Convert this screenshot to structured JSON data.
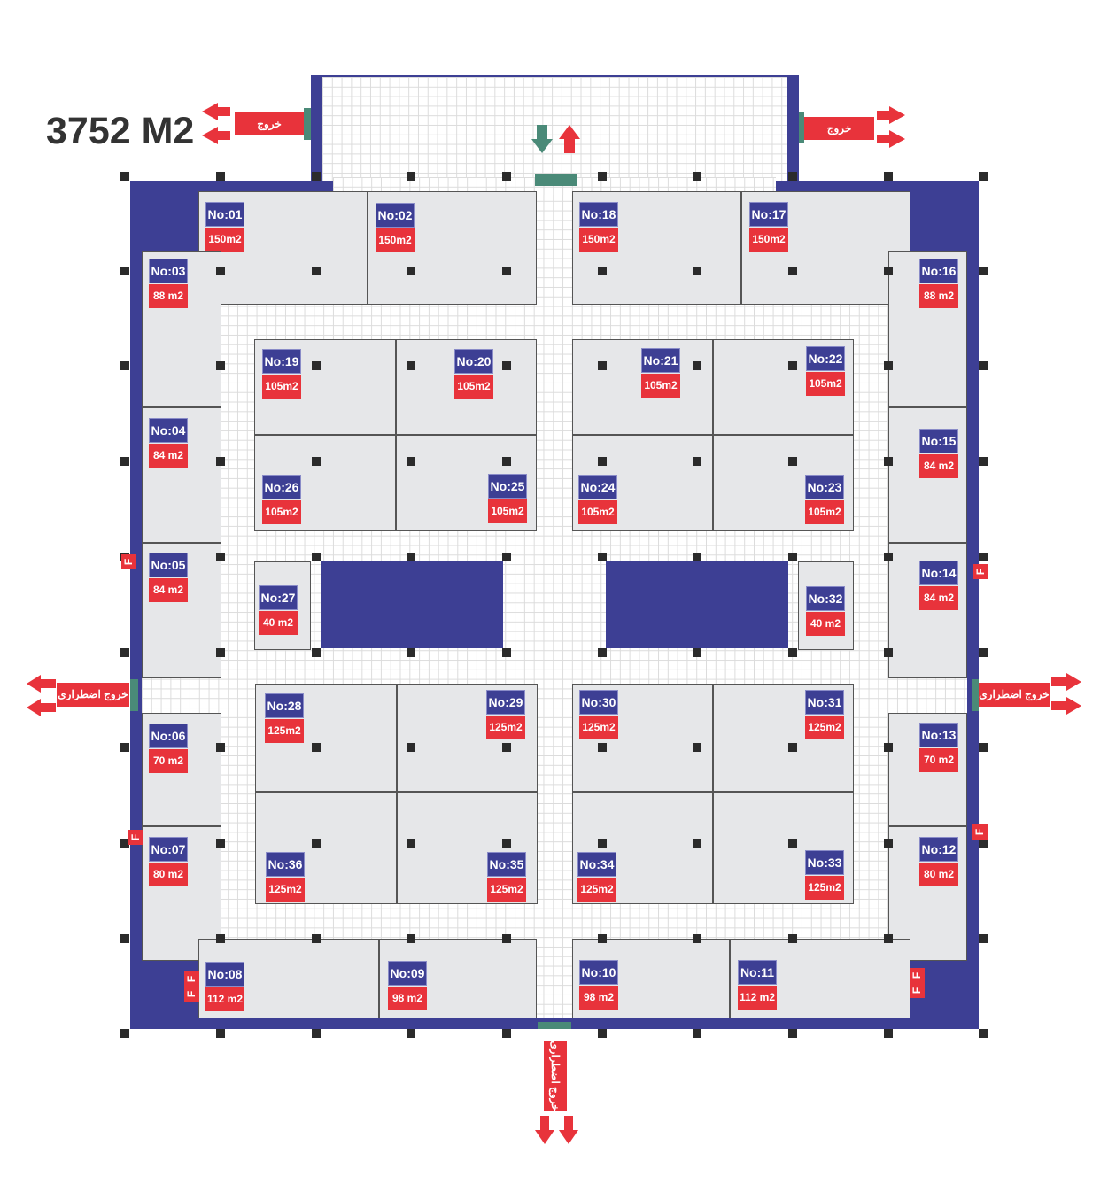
{
  "title": "3752 M2",
  "exit_label": "خروج اضطراری",
  "fire_label": "F",
  "colors": {
    "wall": "#3d3f94",
    "label_red": "#e8333b",
    "door": "#4a8a78",
    "booth": "#e6e7e9"
  },
  "booths": [
    {
      "no": "No:01",
      "area": "150m2"
    },
    {
      "no": "No:02",
      "area": "150m2"
    },
    {
      "no": "No:18",
      "area": "150m2"
    },
    {
      "no": "No:17",
      "area": "150m2"
    },
    {
      "no": "No:03",
      "area": "88 m2"
    },
    {
      "no": "No:16",
      "area": "88 m2"
    },
    {
      "no": "No:04",
      "area": "84 m2"
    },
    {
      "no": "No:15",
      "area": "84 m2"
    },
    {
      "no": "No:05",
      "area": "84 m2"
    },
    {
      "no": "No:14",
      "area": "84 m2"
    },
    {
      "no": "No:06",
      "area": "70 m2"
    },
    {
      "no": "No:13",
      "area": "70 m2"
    },
    {
      "no": "No:07",
      "area": "80 m2"
    },
    {
      "no": "No:12",
      "area": "80 m2"
    },
    {
      "no": "No:08",
      "area": "112 m2"
    },
    {
      "no": "No:09",
      "area": "98 m2"
    },
    {
      "no": "No:10",
      "area": "98 m2"
    },
    {
      "no": "No:11",
      "area": "112 m2"
    },
    {
      "no": "No:19",
      "area": "105m2"
    },
    {
      "no": "No:20",
      "area": "105m2"
    },
    {
      "no": "No:21",
      "area": "105m2"
    },
    {
      "no": "No:22",
      "area": "105m2"
    },
    {
      "no": "No:26",
      "area": "105m2"
    },
    {
      "no": "No:25",
      "area": "105m2"
    },
    {
      "no": "No:24",
      "area": "105m2"
    },
    {
      "no": "No:23",
      "area": "105m2"
    },
    {
      "no": "No:27",
      "area": "40 m2"
    },
    {
      "no": "No:32",
      "area": "40 m2"
    },
    {
      "no": "No:28",
      "area": "125m2"
    },
    {
      "no": "No:29",
      "area": "125m2"
    },
    {
      "no": "No:30",
      "area": "125m2"
    },
    {
      "no": "No:31",
      "area": "125m2"
    },
    {
      "no": "No:36",
      "area": "125m2"
    },
    {
      "no": "No:35",
      "area": "125m2"
    },
    {
      "no": "No:34",
      "area": "125m2"
    },
    {
      "no": "No:33",
      "area": "125m2"
    }
  ]
}
